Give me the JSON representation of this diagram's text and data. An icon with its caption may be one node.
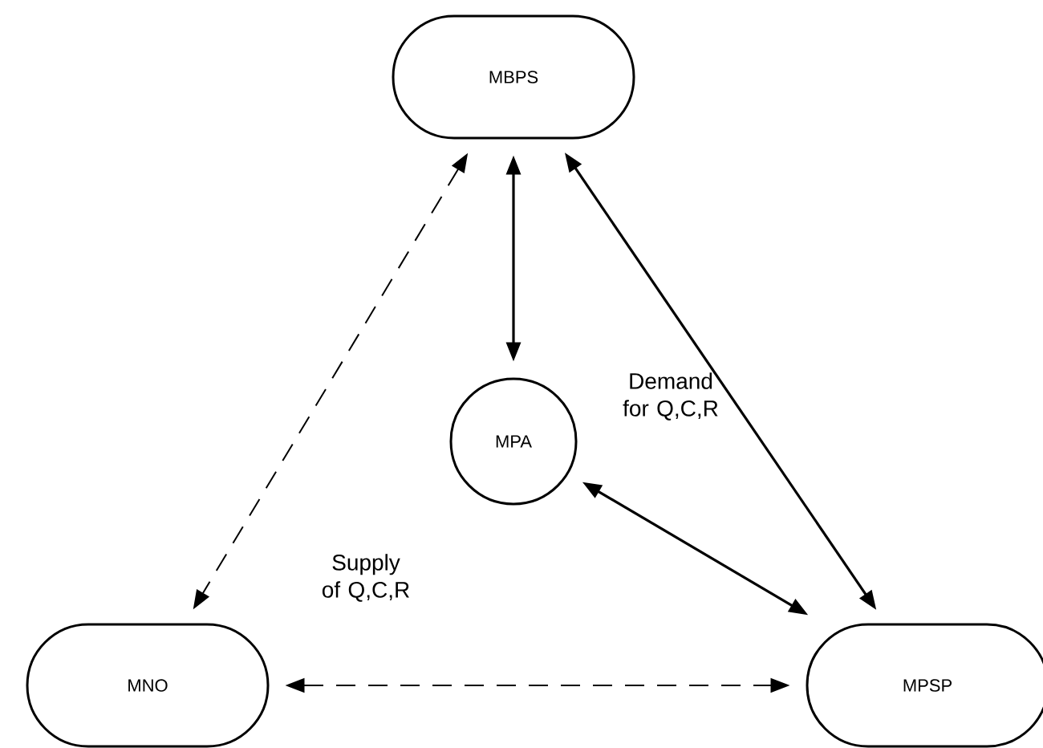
{
  "diagram": {
    "nodes": [
      {
        "text": [
          "MBPS"
        ]
      },
      {
        "text": [
          "MPA"
        ]
      },
      {
        "text": [
          "MNO"
        ]
      },
      {
        "text": [
          "MPSP"
        ]
      }
    ],
    "edges": [
      {
        "from": 0,
        "to": 2,
        "arrow": "both",
        "style": "dashed"
      },
      {
        "from": 0,
        "to": 1,
        "arrow": "both"
      },
      {
        "from": 0,
        "to": 3,
        "arrow": "both"
      },
      {
        "from": 1,
        "to": 3,
        "arrow": "both"
      },
      {
        "from": 2,
        "to": 3,
        "arrow": "both",
        "style": "dashed"
      }
    ],
    "labels": [
      "Demand for Q,C,R",
      "Supply of Q,C,R"
    ]
  }
}
